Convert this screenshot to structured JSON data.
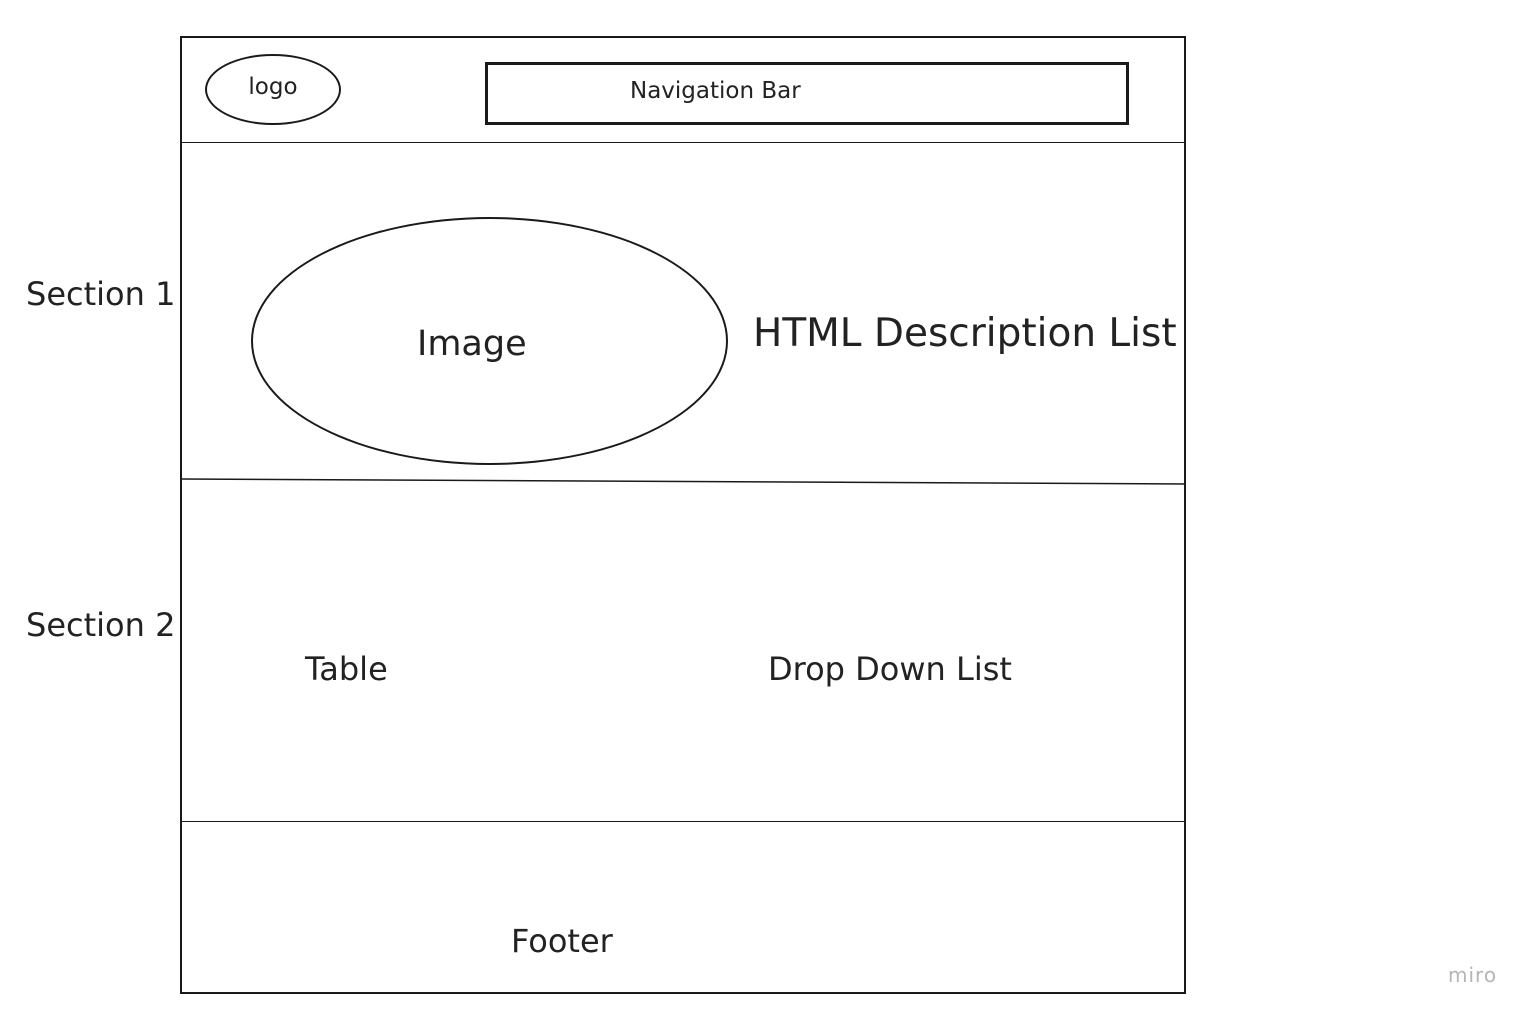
{
  "diagram": {
    "header": {
      "logo_label": "logo",
      "nav_label": "Navigation Bar"
    },
    "section1": {
      "side_label": "Section 1",
      "image_label": "Image",
      "description_list_label": "HTML Description List"
    },
    "section2": {
      "side_label": "Section 2",
      "table_label": "Table",
      "dropdown_label": "Drop Down List"
    },
    "footer": {
      "label": "Footer"
    }
  },
  "watermark": "miro",
  "colors": {
    "stroke": "#1a1a1a",
    "text": "#222222",
    "watermark": "#b5b5b5",
    "background": "#ffffff"
  }
}
